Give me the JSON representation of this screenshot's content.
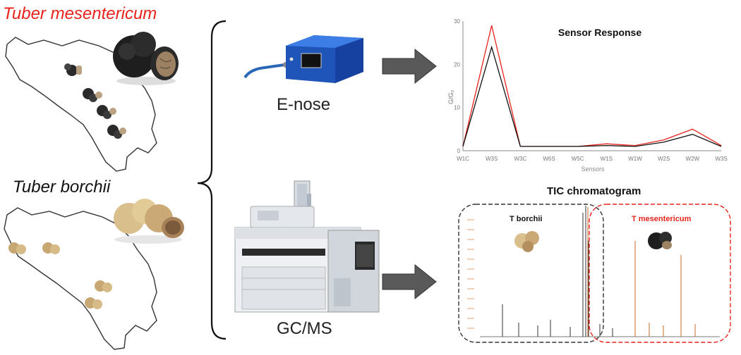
{
  "species": {
    "top": {
      "label": "Tuber mesentericum",
      "color": "#e8231d"
    },
    "bottom": {
      "label": "Tuber borchii",
      "color": "#111111"
    }
  },
  "instruments": {
    "enose": {
      "label": "E-nose"
    },
    "gcms": {
      "label": "GC/MS"
    }
  },
  "chart_data": [
    {
      "type": "line",
      "title": "Sensor Response",
      "xlabel": "Sensors",
      "ylabel": "G/G₀",
      "categories": [
        "W1C",
        "W3S",
        "W3C",
        "W6S",
        "W5C",
        "W1S",
        "W1W",
        "W2S",
        "W2W",
        "W3S"
      ],
      "ylim": [
        0,
        30
      ],
      "yticks": [
        "0",
        "10",
        "20",
        "30"
      ],
      "series": [
        {
          "color": "#e8231d",
          "values": [
            1,
            29,
            1,
            1,
            1,
            1.6,
            1.2,
            2.5,
            5,
            1.2
          ]
        },
        {
          "color": "#111111",
          "values": [
            1,
            24,
            1,
            1,
            1,
            1.2,
            1.0,
            2.0,
            3.8,
            1.0
          ]
        }
      ],
      "grid": false,
      "legend": "none"
    },
    {
      "type": "line",
      "title": "TIC chromatogram",
      "annotations": [
        {
          "text": "T borchii",
          "color": "#111111"
        },
        {
          "text": "T mesentericum",
          "color": "#e8231d"
        }
      ]
    }
  ]
}
